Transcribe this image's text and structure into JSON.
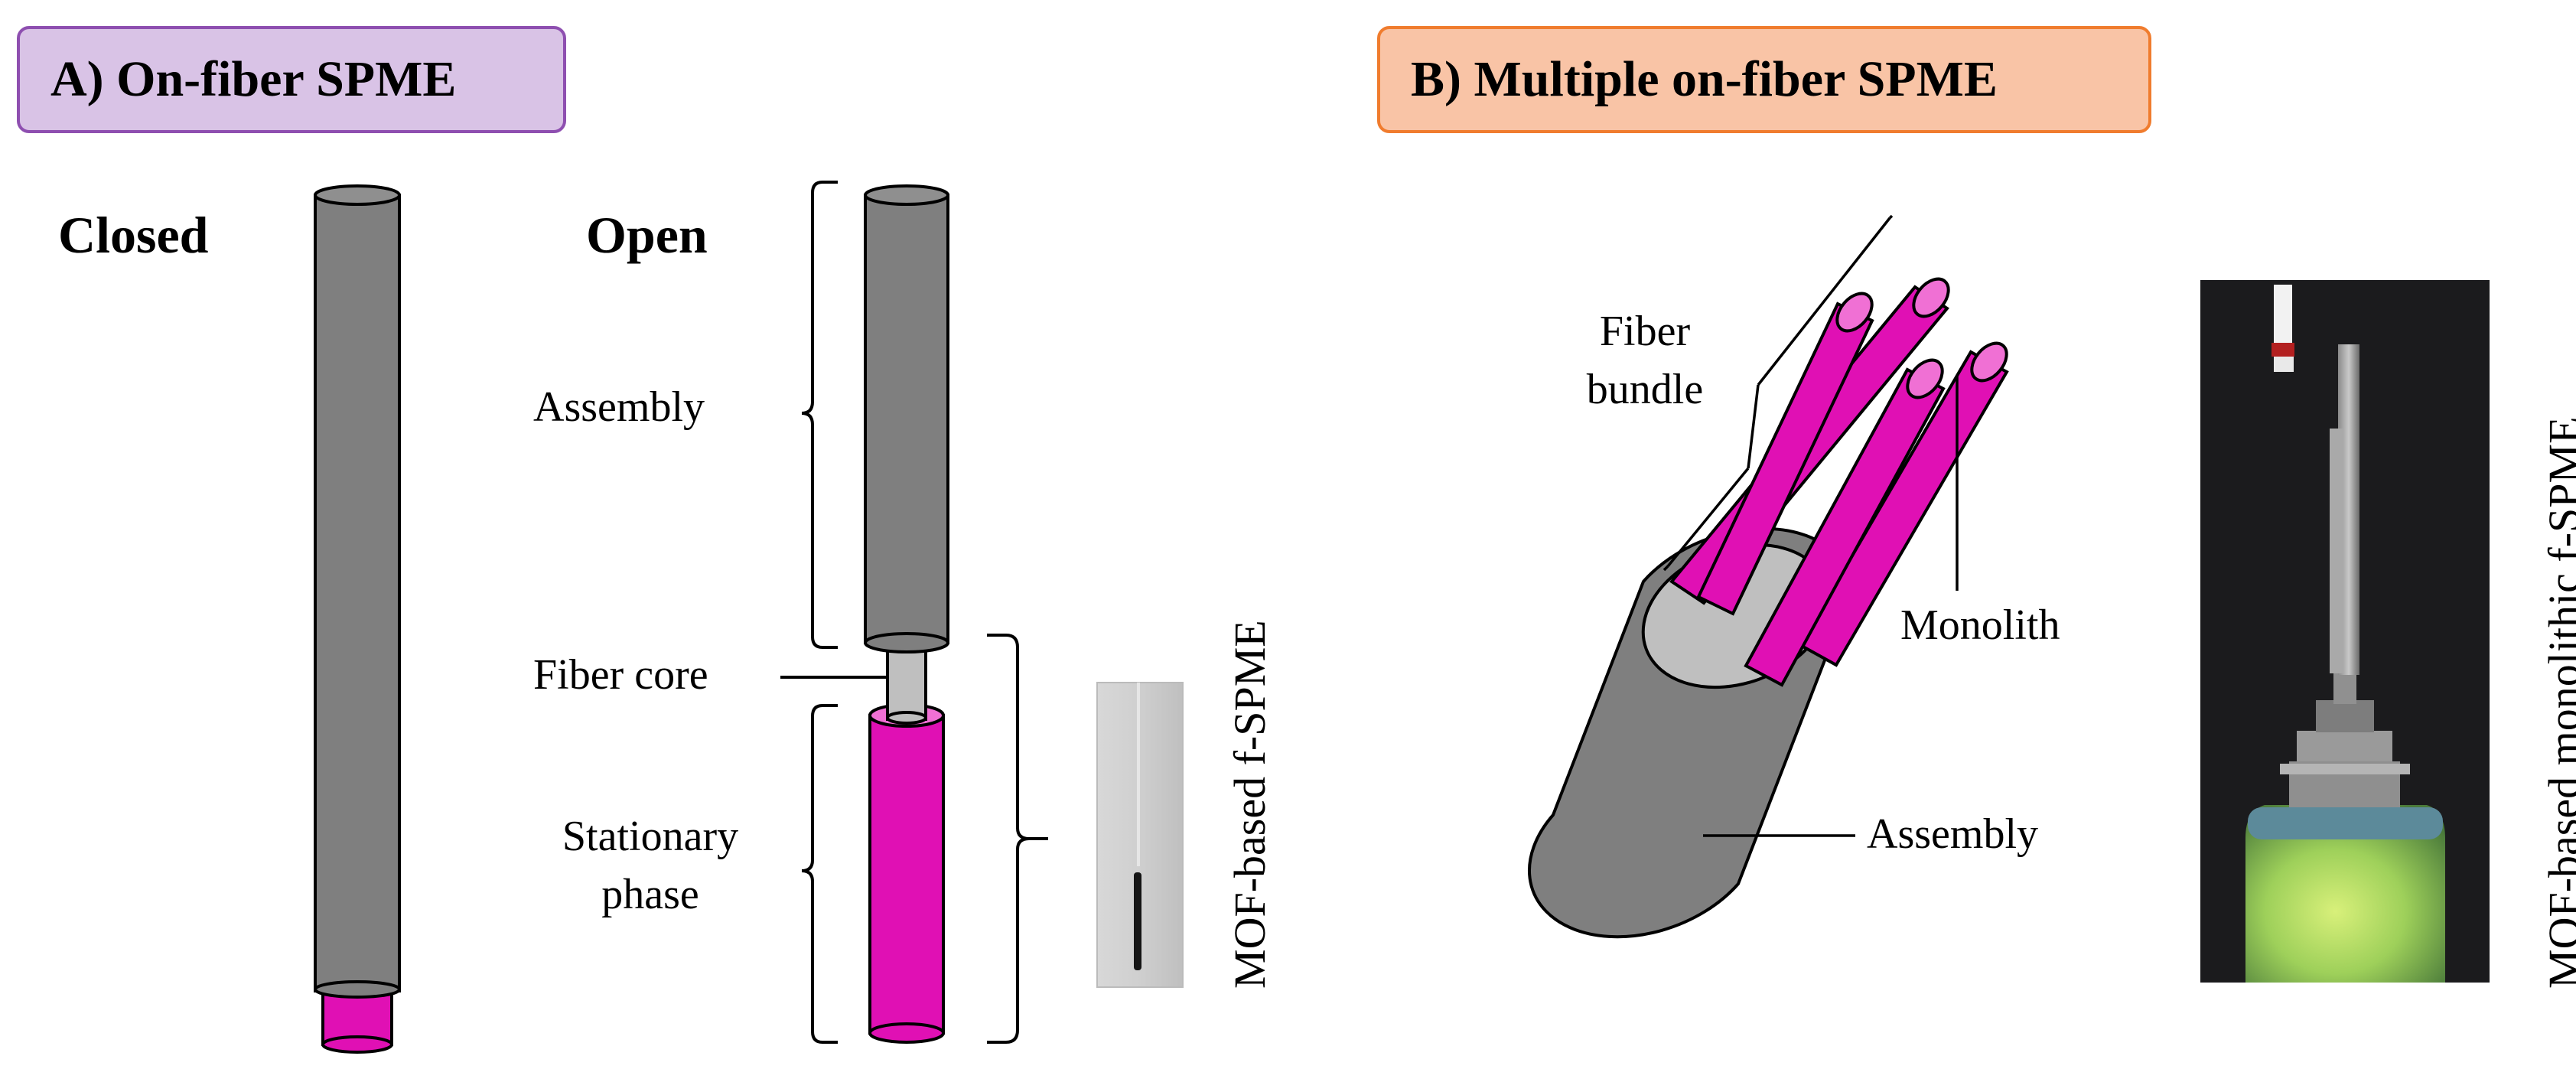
{
  "panel_a": {
    "title": "A) On-fiber SPME",
    "title_color": "#D9C3E6",
    "title_border": "#8E4FB0",
    "closed_label": "Closed",
    "open_label": "Open",
    "assembly_label": "Assembly",
    "fiber_core_label": "Fiber core",
    "stationary_phase_line1": "Stationary",
    "stationary_phase_line2": "phase",
    "photo_caption": "MOF-based f-SPME"
  },
  "panel_b": {
    "title": "B) Multiple on-fiber SPME",
    "title_color": "#F9C4A6",
    "title_border": "#F07C2E",
    "fiber_bundle_line1": "Fiber",
    "fiber_bundle_line2": "bundle",
    "monolith_label": "Monolith",
    "assembly_label": "Assembly",
    "photo_caption": "MOF-based monolithic f-SPME"
  },
  "colors": {
    "assembly_gray": "#7F7F7F",
    "fiber_core_gray": "#BFBFBF",
    "stationary_magenta": "#E010B4",
    "magenta_light": "#F070D4"
  }
}
